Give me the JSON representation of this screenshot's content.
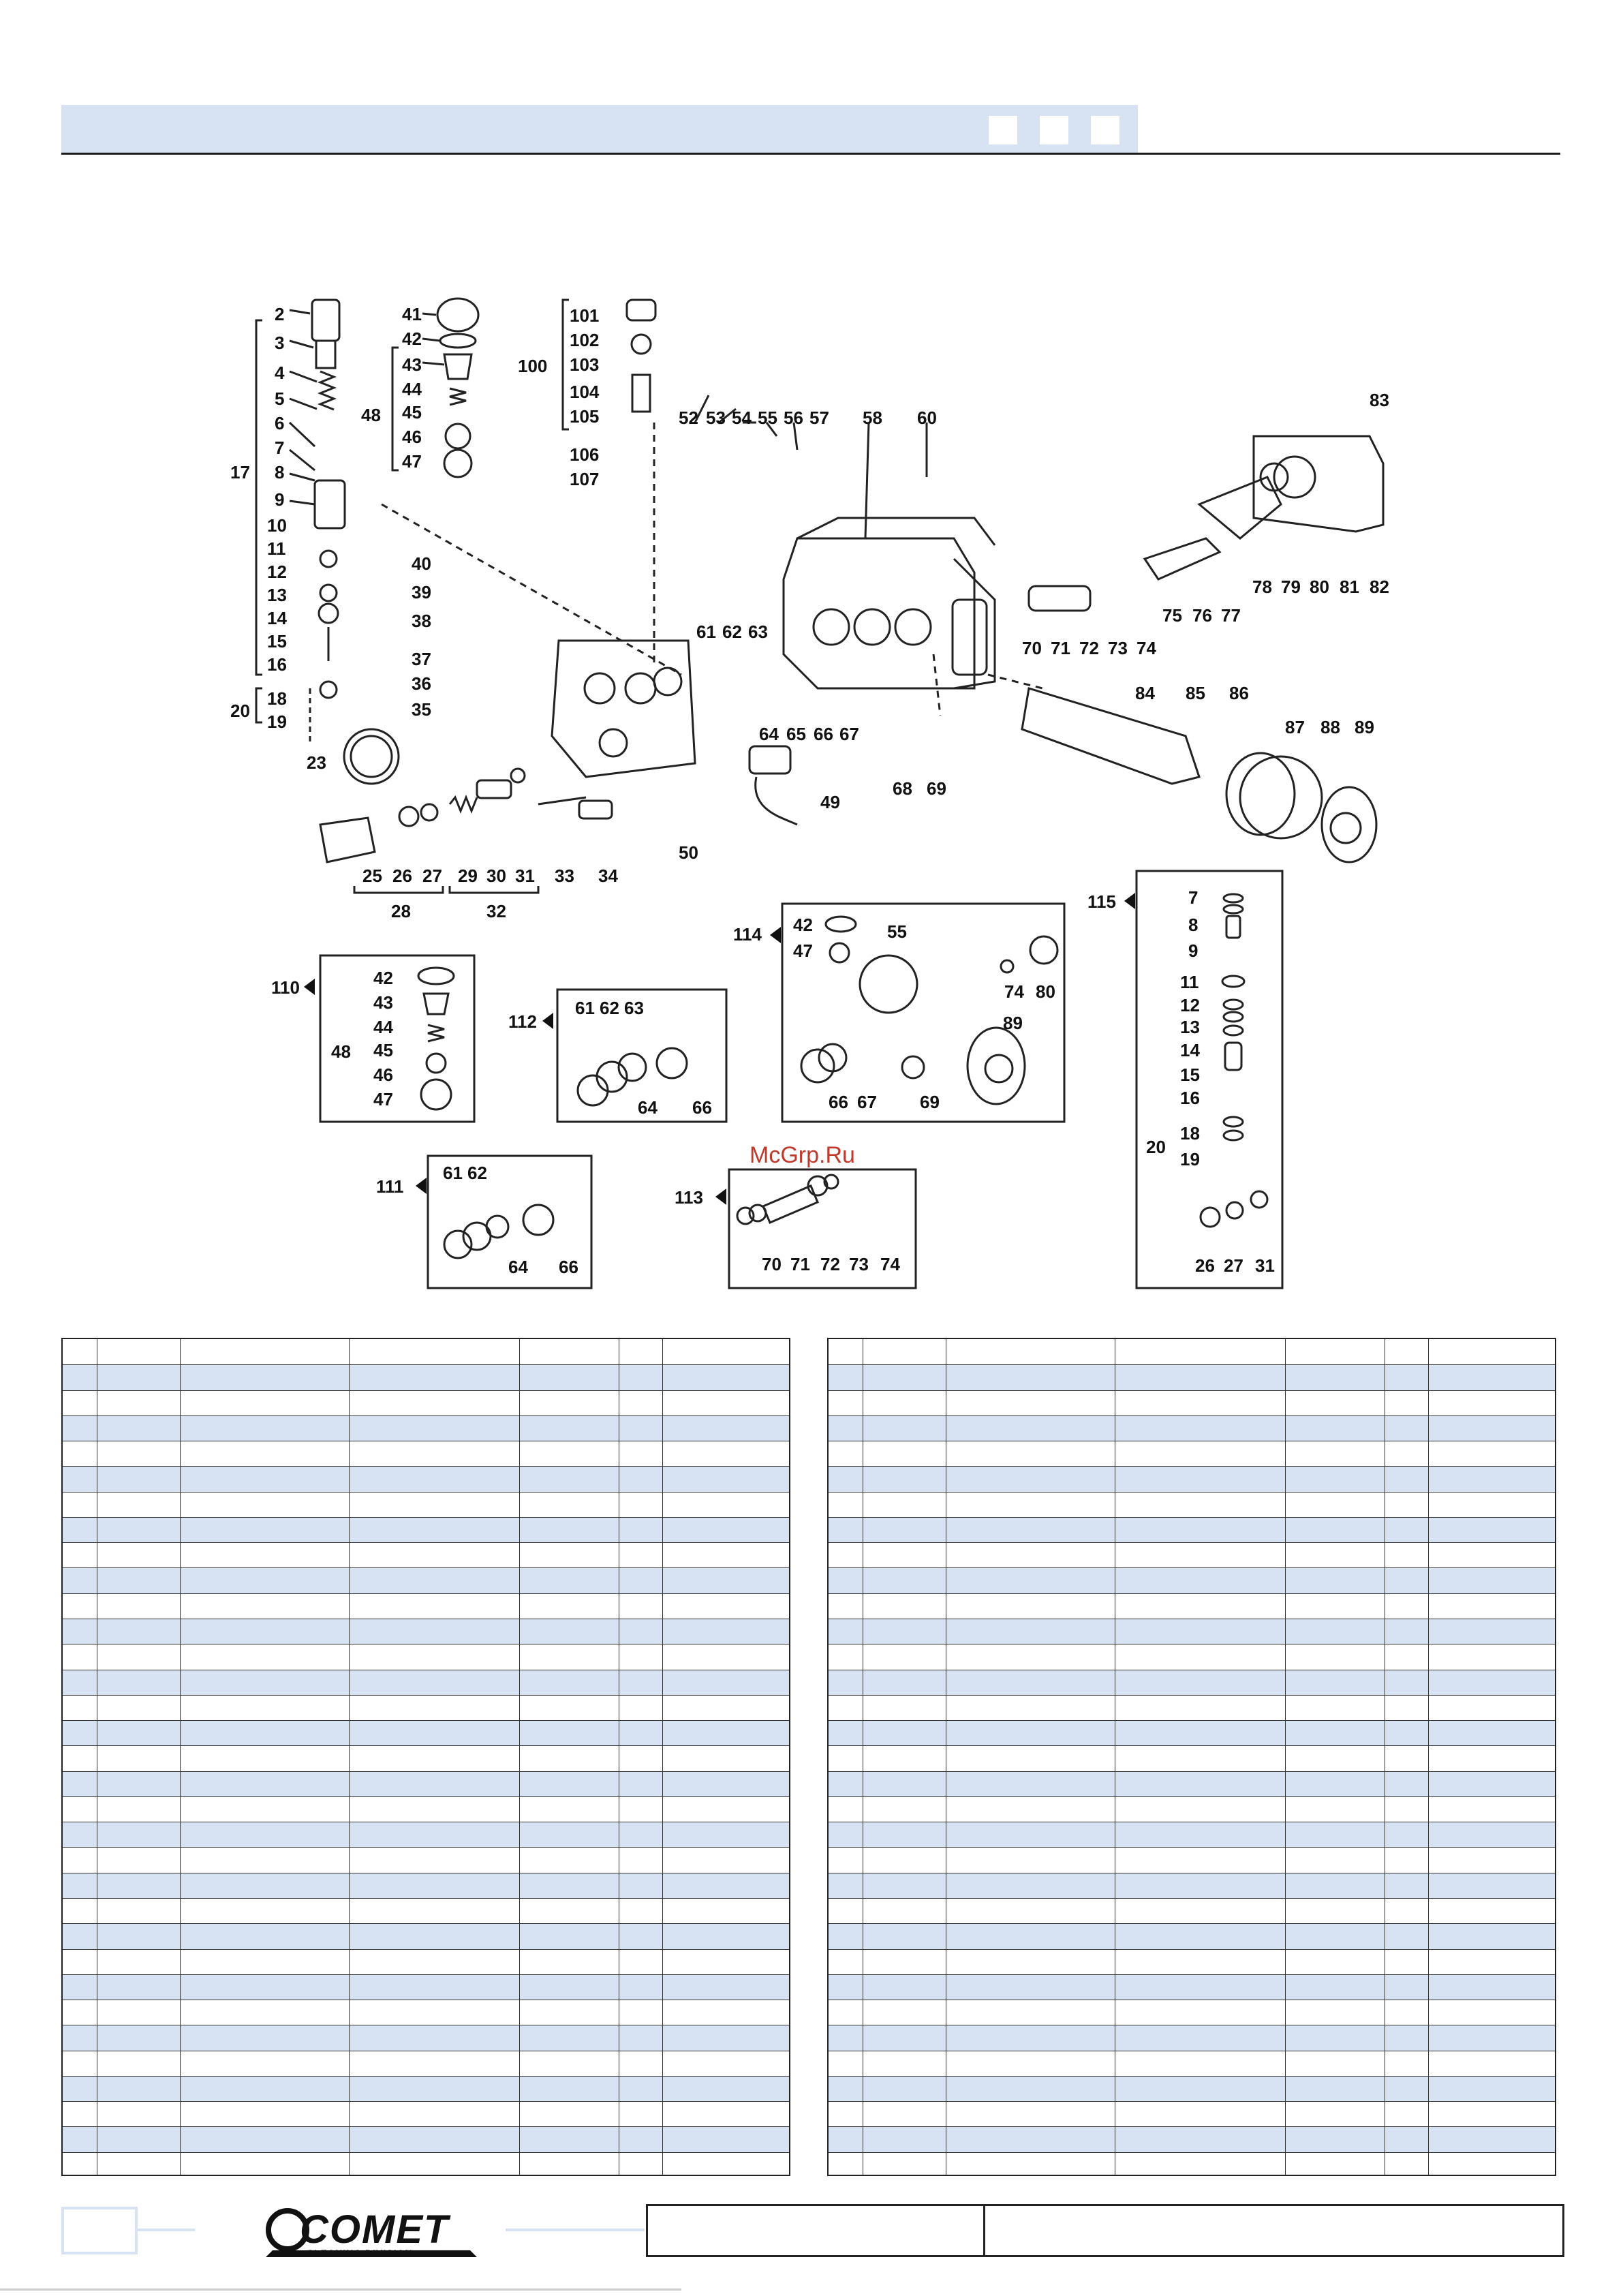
{
  "watermark": "McGrp.Ru",
  "logo": {
    "brand": "COMET",
    "division": "CLEANING DIVISION"
  },
  "diagram": {
    "labels": [
      "2",
      "3",
      "4",
      "5",
      "6",
      "7",
      "8",
      "9",
      "10",
      "11",
      "12",
      "13",
      "14",
      "15",
      "16",
      "17",
      "18",
      "19",
      "20",
      "41",
      "42",
      "43",
      "44",
      "45",
      "46",
      "47",
      "48",
      "101",
      "102",
      "100",
      "103",
      "104",
      "105",
      "106",
      "107",
      "52",
      "53",
      "54",
      "55",
      "56",
      "57",
      "58",
      "60",
      "83",
      "40",
      "39",
      "38",
      "37",
      "36",
      "35",
      "61",
      "62",
      "63",
      "64",
      "65",
      "66",
      "67",
      "70",
      "71",
      "72",
      "73",
      "74",
      "75",
      "76",
      "77",
      "78",
      "79",
      "80",
      "81",
      "82",
      "23",
      "84",
      "85",
      "86",
      "87",
      "88",
      "89",
      "68",
      "69",
      "49",
      "50",
      "25",
      "26",
      "27",
      "28",
      "29",
      "30",
      "31",
      "32",
      "33",
      "34"
    ],
    "kits": {
      "k110": {
        "tag": "110",
        "labels": [
          "42",
          "43",
          "44",
          "45",
          "46",
          "47",
          "48"
        ]
      },
      "k112": {
        "tag": "112",
        "labels": [
          "61",
          "62",
          "63",
          "64",
          "66"
        ]
      },
      "k114": {
        "tag": "114",
        "labels": [
          "42",
          "47",
          "55",
          "74",
          "80",
          "89",
          "66",
          "67",
          "69"
        ]
      },
      "k115": {
        "tag": "115",
        "labels": [
          "7",
          "8",
          "9",
          "11",
          "12",
          "13",
          "14",
          "15",
          "16",
          "18",
          "19",
          "20",
          "26",
          "27",
          "31"
        ]
      },
      "k111": {
        "tag": "111",
        "labels": [
          "61",
          "62",
          "64",
          "66"
        ]
      },
      "k113": {
        "tag": "113",
        "labels": [
          "70",
          "71",
          "72",
          "73",
          "74"
        ]
      }
    }
  },
  "colors": {
    "accent": "#d7e2f3",
    "line": "#222222"
  }
}
